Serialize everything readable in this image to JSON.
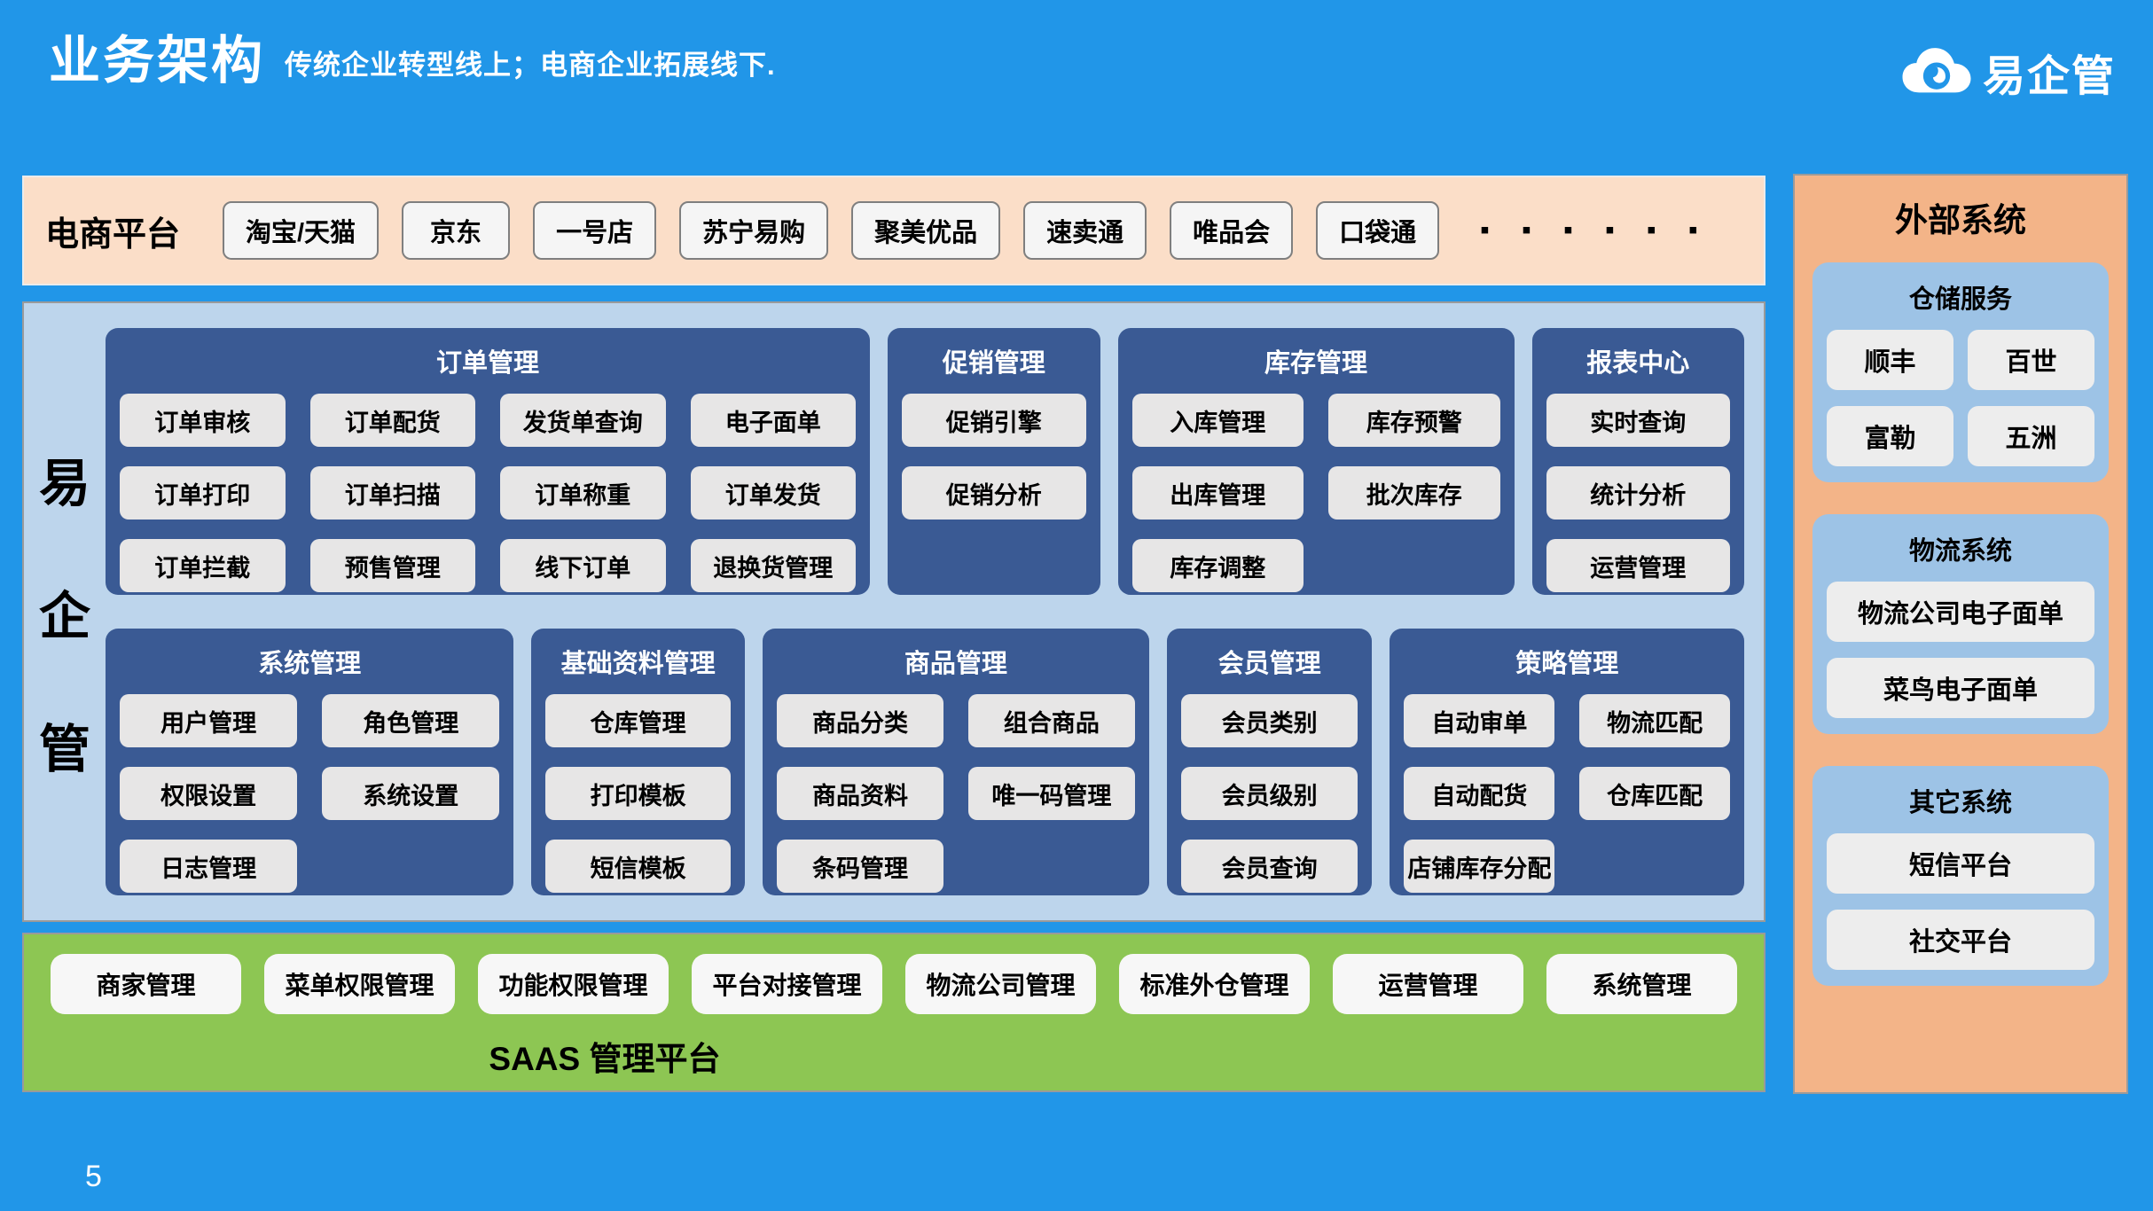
{
  "page": {
    "title": "业务架构",
    "subtitle": "传统企业转型线上；电商企业拓展线下.",
    "page_number": "5"
  },
  "logo": {
    "text": "易企管",
    "icon": "cloud-swirl-icon"
  },
  "colors": {
    "background": "#2196e8",
    "ecom_bar": "#fbdec8",
    "sidebar": "#f3b488",
    "core_area": "#bdd5ec",
    "panel_navy": "#3a5a94",
    "panel_button_gray": "#e7e6e6",
    "saas_green": "#8dc653",
    "sidebar_panel_blue": "#9dc3e6"
  },
  "ecommerce_bar": {
    "label": "电商平台",
    "platforms": [
      "淘宝/天猫",
      "京东",
      "一号店",
      "苏宁易购",
      "聚美优品",
      "速卖通",
      "唯品会",
      "口袋通"
    ],
    "more": "▪ ▪ ▪ ▪ ▪ ▪"
  },
  "core": {
    "vertical_label": [
      "易",
      "企",
      "管"
    ],
    "rows": [
      [
        {
          "title": "订单管理",
          "cols": 4,
          "flex": 896,
          "items": [
            "订单审核",
            "订单配货",
            "发货单查询",
            "电子面单",
            "订单打印",
            "订单扫描",
            "订单称重",
            "订单发货",
            "订单拦截",
            "预售管理",
            "线下订单",
            "退换货管理"
          ]
        },
        {
          "title": "促销管理",
          "cols": 1,
          "flex": 224,
          "items": [
            "促销引擎",
            "促销分析"
          ]
        },
        {
          "title": "库存管理",
          "cols": 2,
          "flex": 448,
          "items": [
            "入库管理",
            "库存预警",
            "出库管理",
            "批次库存",
            "库存调整"
          ]
        },
        {
          "title": "报表中心",
          "cols": 1,
          "flex": 224,
          "items": [
            "实时查询",
            "统计分析",
            "运营管理"
          ]
        }
      ],
      [
        {
          "title": "系统管理",
          "cols": 2,
          "flex": 472,
          "items": [
            "用户管理",
            "角色管理",
            "权限设置",
            "系统设置",
            "日志管理"
          ]
        },
        {
          "title": "基础资料管理",
          "cols": 1,
          "flex": 230,
          "items": [
            "仓库管理",
            "打印模板",
            "短信模板"
          ]
        },
        {
          "title": "商品管理",
          "cols": 2,
          "flex": 445,
          "items": [
            "商品分类",
            "组合商品",
            "商品资料",
            "唯一码管理",
            "条码管理"
          ]
        },
        {
          "title": "会员管理",
          "cols": 1,
          "flex": 220,
          "items": [
            "会员类别",
            "会员级别",
            "会员查询"
          ]
        },
        {
          "title": "策略管理",
          "cols": 2,
          "flex": 405,
          "items": [
            "自动审单",
            "物流匹配",
            "自动配货",
            "仓库匹配",
            "店铺库存分配"
          ]
        }
      ]
    ]
  },
  "saas_bar": {
    "items": [
      "商家管理",
      "菜单权限管理",
      "功能权限管理",
      "平台对接管理",
      "物流公司管理",
      "标准外仓管理",
      "运营管理",
      "系统管理"
    ],
    "label": "SAAS 管理平台"
  },
  "external": {
    "title": "外部系统",
    "groups": [
      {
        "title": "仓储服务",
        "cols": 2,
        "items": [
          "顺丰",
          "百世",
          "富勒",
          "五洲"
        ]
      },
      {
        "title": "物流系统",
        "cols": 1,
        "items": [
          "物流公司电子面单",
          "菜鸟电子面单"
        ]
      },
      {
        "title": "其它系统",
        "cols": 1,
        "items": [
          "短信平台",
          "社交平台"
        ]
      }
    ]
  }
}
